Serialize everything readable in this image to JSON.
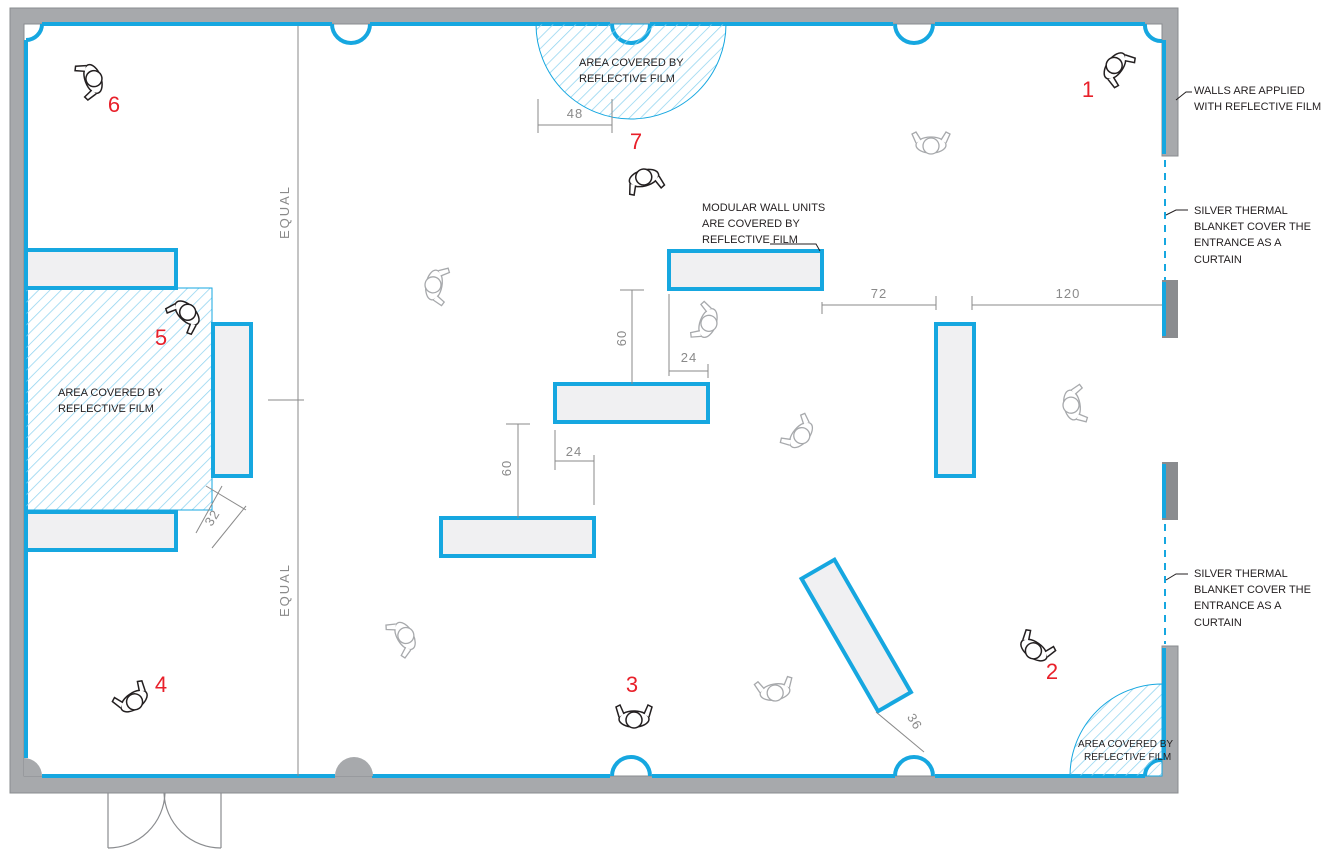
{
  "notes": {
    "walls_reflective": [
      "WALLS ARE APPLIED",
      "WITH REFLECTIVE FILM"
    ],
    "blanket_top": [
      "SILVER THERMAL",
      "BLANKET COVER THE",
      "ENTRANCE AS A",
      "CURTAIN"
    ],
    "blanket_bottom": [
      "SILVER THERMAL",
      "BLANKET COVER THE",
      "ENTRANCE AS A",
      "CURTAIN"
    ],
    "modular_units": [
      "MODULAR WALL UNITS",
      "ARE COVERED BY",
      "REFLECTIVE FILM"
    ],
    "area_top": [
      "AREA COVERED BY",
      "REFLECTIVE FILM"
    ],
    "area_left": [
      "AREA COVERED BY",
      "REFLECTIVE FILM"
    ],
    "area_corner": [
      "AREA COVERED BY",
      "REFLECTIVE FILM"
    ]
  },
  "dimensions": {
    "d48": "48",
    "d72": "72",
    "d120": "120",
    "d60_upper": "60",
    "d24_upper": "24",
    "d60_lower": "60",
    "d24_lower": "24",
    "d32": "32",
    "d36": "36",
    "equal_top": "EQUAL",
    "equal_bottom": "EQUAL"
  },
  "camera_positions": [
    "1",
    "2",
    "3",
    "4",
    "5",
    "6",
    "7"
  ],
  "colors": {
    "wall_fill": "#a7a9ac",
    "reflective_blue": "#16a7e0",
    "unit_fill": "#f0f0f2",
    "hatch": "#8fd3f0",
    "number_red": "#e8202a",
    "dim_gray": "#8a8a8a"
  }
}
